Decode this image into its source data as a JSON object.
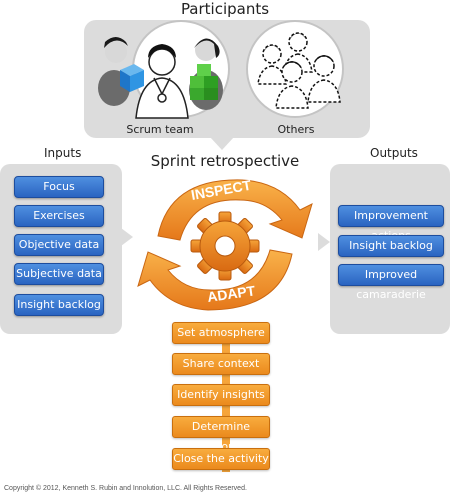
{
  "participants": {
    "title": "Participants",
    "scrum_team_label": "Scrum team",
    "others_label": "Others"
  },
  "inputs": {
    "label": "Inputs",
    "items": [
      "Focus",
      "Exercises",
      "Objective data",
      "Subjective data",
      "Insight backlog"
    ]
  },
  "center": {
    "title": "Sprint retrospective",
    "inspect_label": "INSPECT",
    "adapt_label": "ADAPT"
  },
  "outputs": {
    "label": "Outputs",
    "items": [
      "Improvement actions",
      "Insight backlog",
      "Improved camaraderie"
    ]
  },
  "steps": [
    "Set atmosphere",
    "Share context",
    "Identify insights",
    "Determine actions",
    "Close the activity"
  ],
  "copyright": "Copyright © 2012, Kenneth S. Rubin and Innolution, LLC. All Rights Reserved.",
  "colors": {
    "blue_box": "#2f6fd0",
    "orange": "#f39a2b",
    "panel_gray": "#dcdcdc"
  },
  "icons": {
    "scrum_team": [
      "person-with-blue-cube-icon",
      "person-with-badge-icon",
      "person-with-green-cubes-icon"
    ],
    "others": [
      "outlined-person-icon",
      "outlined-person-icon",
      "outlined-person-icon",
      "outlined-person-icon"
    ],
    "center": "gear-icon"
  }
}
